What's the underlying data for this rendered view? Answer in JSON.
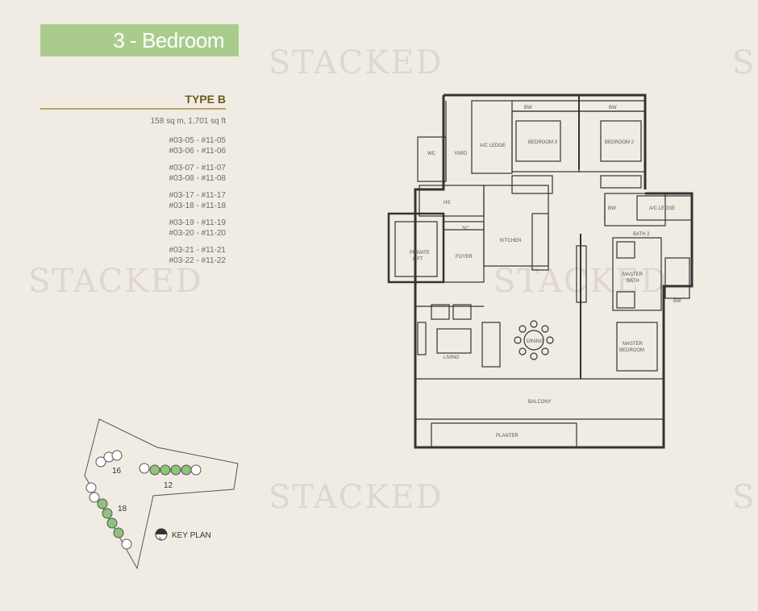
{
  "header": {
    "title": "3 - Bedroom"
  },
  "watermark": "STACKED",
  "unit_type": {
    "name": "TYPE B",
    "area": "158 sq m, 1,701 sq ft",
    "unit_groups": [
      [
        "#03-05 - #11-05",
        "#03-06 - #11-06"
      ],
      [
        "#03-07 - #11-07",
        "#03-08 - #11-08"
      ],
      [
        "#03-17 - #11-17",
        "#03-18 - #11-18"
      ],
      [
        "#03-19 - #11-19",
        "#03-20 - #11-20"
      ],
      [
        "#03-21 - #11-21",
        "#03-22 - #11-22"
      ]
    ]
  },
  "floor_plan": {
    "rooms": {
      "bw1": "BW",
      "bw2": "BW",
      "bw3": "BW",
      "bw4": "BW",
      "bedroom3": "BEDROOM 3",
      "bedroom2": "BEDROOM 2",
      "ac_ledge1": "A/C LEDGE",
      "ac_ledge2": "A/C LEDGE",
      "wc": "WC",
      "yard": "YARD",
      "hs": "HS",
      "sc": "SC",
      "kitchen": "KITCHEN",
      "foyer": "FOYER",
      "private_lift": "PRIVATE",
      "private_lift2": "LIFT",
      "bath2": "BATH 2",
      "master_bath": "MASTER",
      "master_bath2": "BATH",
      "living": "LIVING",
      "dining": "DINING",
      "master_bedroom": "MASTER",
      "master_bedroom2": "BEDROOM",
      "balcony": "BALCONY",
      "planter": "PLANTER"
    }
  },
  "key_plan": {
    "label": "KEY PLAN",
    "north": "N",
    "blocks": [
      "16",
      "12",
      "18"
    ],
    "colors": {
      "highlight": "#8fc27a",
      "outline": "#555555"
    }
  },
  "colors": {
    "background": "#f1ece3",
    "banner": "#a9cc8e",
    "type_heading": "#6b5a22"
  }
}
